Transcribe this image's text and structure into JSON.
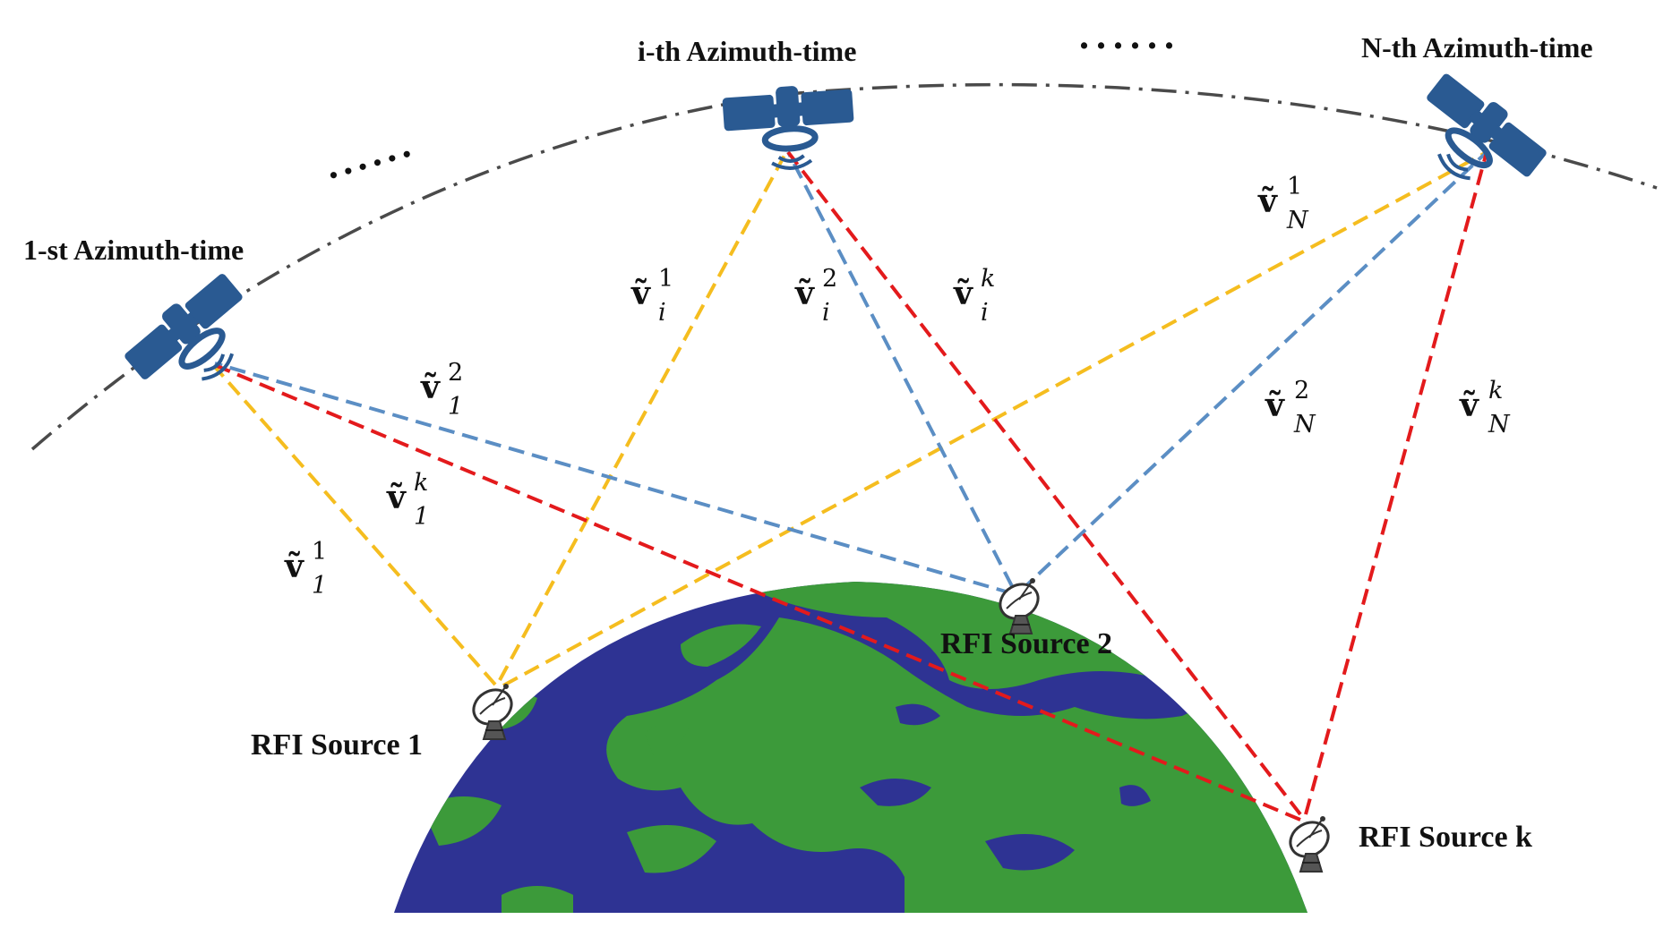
{
  "labels": {
    "az1": "1-st Azimuth-time",
    "azi": "i-th Azimuth-time",
    "azN": "N-th Azimuth-time",
    "rfi1": "RFI Source 1",
    "rfi2": "RFI Source 2",
    "rfik": "RFI Source k",
    "dots_left": "......",
    "dots_right": "......"
  },
  "vectors": {
    "symbol": "ṽ",
    "v1_2": {
      "sup": "2",
      "sub": "1"
    },
    "v1_k": {
      "sup": "k",
      "sub": "1"
    },
    "v1_1": {
      "sup": "1",
      "sub": "1"
    },
    "vi_1": {
      "sup": "1",
      "sub": "i"
    },
    "vi_2": {
      "sup": "2",
      "sub": "i"
    },
    "vi_k": {
      "sup": "k",
      "sub": "i"
    },
    "vN_1": {
      "sup": "1",
      "sub": "N"
    },
    "vN_2": {
      "sup": "2",
      "sub": "N"
    },
    "vN_k": {
      "sup": "k",
      "sub": "N"
    }
  },
  "colors": {
    "source1_lines": "#f5bd1f",
    "source2_lines": "#5b8ec4",
    "sourcek_lines": "#e31a1c",
    "orbit": "#4a4a4a",
    "ocean": "#2e3393",
    "land": "#3c9a3a",
    "satellite": "#2a5a92"
  }
}
